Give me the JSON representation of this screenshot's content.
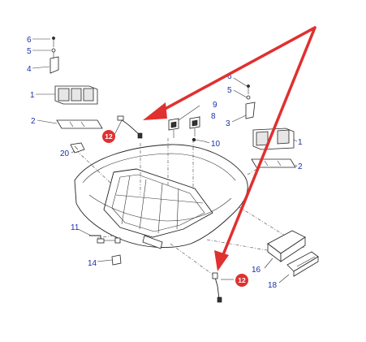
{
  "callouts": [
    {
      "label": "6"
    },
    {
      "label": "5"
    },
    {
      "label": "4"
    },
    {
      "label": "1"
    },
    {
      "label": "2"
    },
    {
      "label": "20"
    },
    {
      "label": "9"
    },
    {
      "label": "8"
    },
    {
      "label": "10"
    },
    {
      "label": "6"
    },
    {
      "label": "5"
    },
    {
      "label": "3"
    },
    {
      "label": "1"
    },
    {
      "label": "2"
    },
    {
      "label": "11"
    },
    {
      "label": "14"
    },
    {
      "label": "16"
    },
    {
      "label": "18"
    }
  ],
  "badges": [
    {
      "label": "12"
    },
    {
      "label": "12"
    }
  ],
  "colors": {
    "callout": "#1a2fa8",
    "badge": "#e03030",
    "arrow": "#e03030",
    "linework": "#222222"
  }
}
